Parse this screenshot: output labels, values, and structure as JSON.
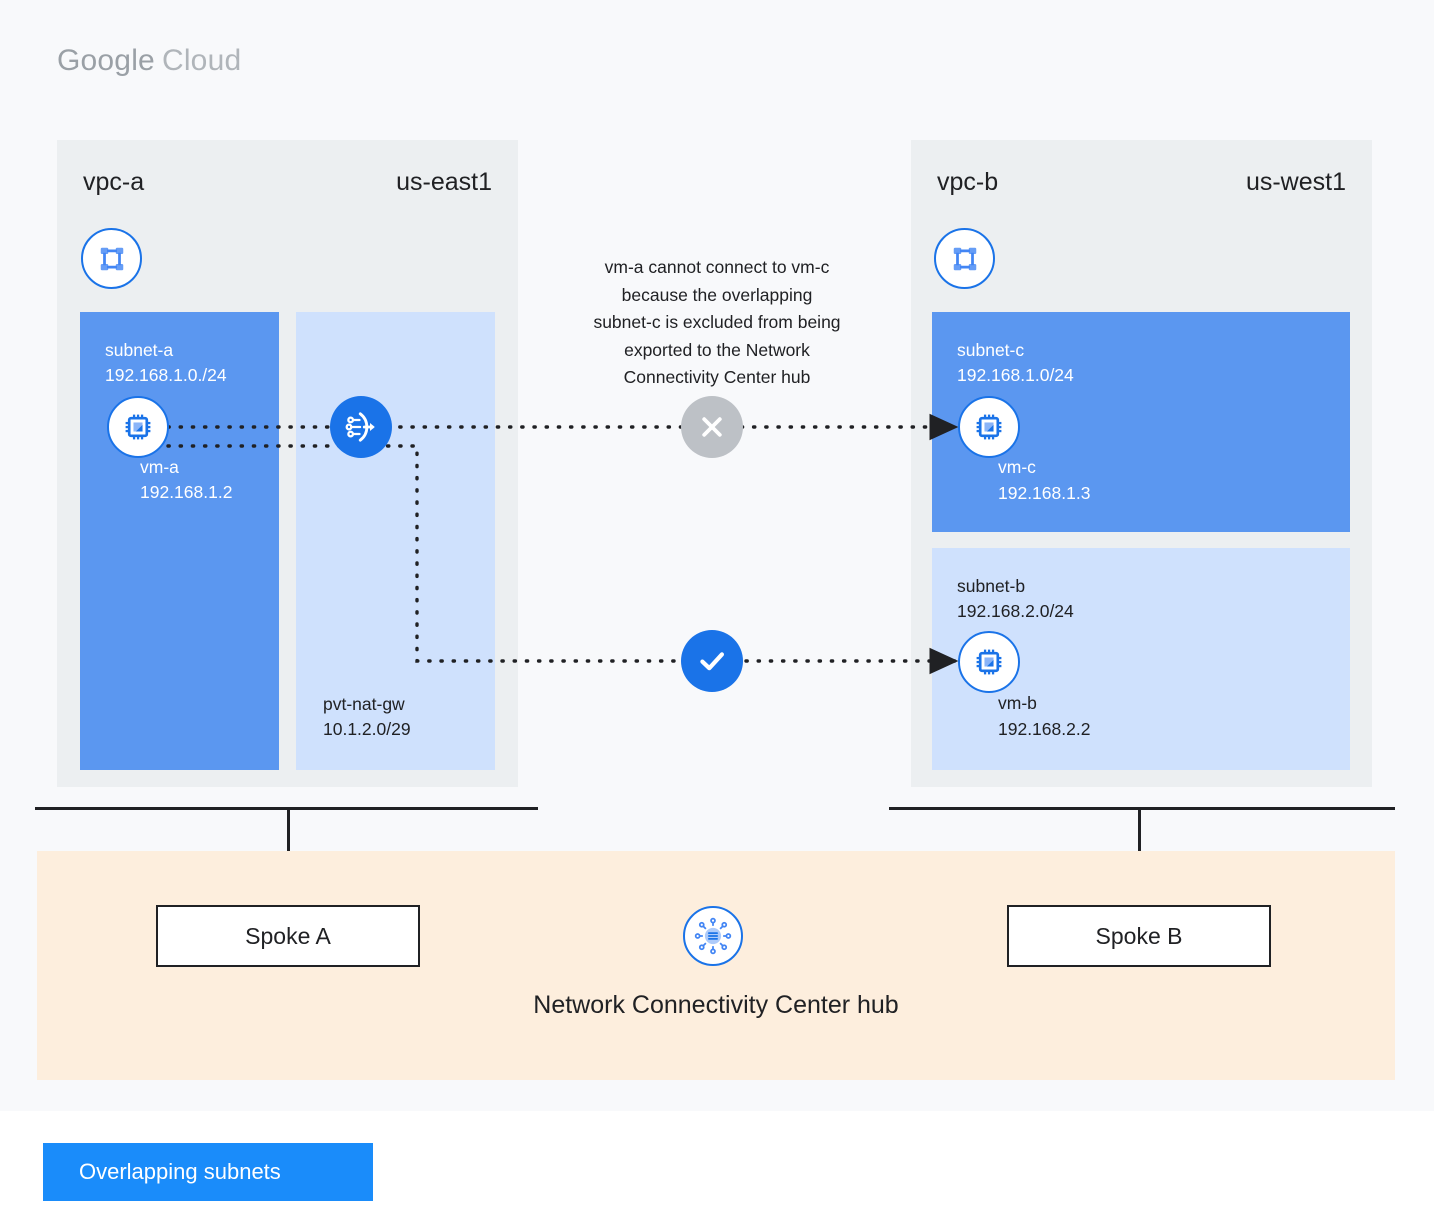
{
  "brand": {
    "word1": "Google",
    "word2": "Cloud"
  },
  "vpc_a": {
    "name": "vpc-a",
    "region": "us-east1",
    "network_icon": "vpc-network-icon",
    "subnet_a": {
      "name": "subnet-a",
      "cidr": "192.168.1.0./24",
      "vm": {
        "icon": "vm-instance-icon",
        "name": "vm-a",
        "ip": "192.168.1.2"
      }
    },
    "nat": {
      "name": "pvt-nat-gw",
      "cidr": "10.1.2.0/29",
      "icon": "cloud-nat-gateway-icon"
    }
  },
  "vpc_b": {
    "name": "vpc-b",
    "region": "us-west1",
    "network_icon": "vpc-network-icon",
    "subnet_c": {
      "name": "subnet-c",
      "cidr": "192.168.1.0/24",
      "vm": {
        "icon": "vm-instance-icon",
        "name": "vm-c",
        "ip": "192.168.1.3"
      }
    },
    "subnet_b": {
      "name": "subnet-b",
      "cidr": "192.168.2.0/24",
      "vm": {
        "icon": "vm-instance-icon",
        "name": "vm-b",
        "ip": "192.168.2.2"
      }
    }
  },
  "annotation": {
    "line1": "vm-a cannot connect to vm-c",
    "line2": "because the overlapping",
    "line3": "subnet-c is excluded from being",
    "line4": "exported to the Network",
    "line5": "Connectivity Center hub"
  },
  "markers": {
    "blocked_icon": "x-cross-icon",
    "allowed_icon": "checkmark-icon"
  },
  "hub": {
    "title": "Network Connectivity Center hub",
    "icon": "ncc-hub-icon",
    "spoke_a": "Spoke A",
    "spoke_b": "Spoke B"
  },
  "legend": {
    "label": "Overlapping subnets"
  },
  "colors": {
    "page_background": "#f8f9fb",
    "panel_background": "#eceff1",
    "subnet_overlapping": "#5b97f0",
    "subnet_regular": "#cfe1fd",
    "accent_blue": "#1a73e8",
    "legend_blue": "#1a8cfa",
    "hub_band": "#fdeedd",
    "blocked_gray": "#bdc1c6",
    "stroke_dark": "#202124"
  }
}
